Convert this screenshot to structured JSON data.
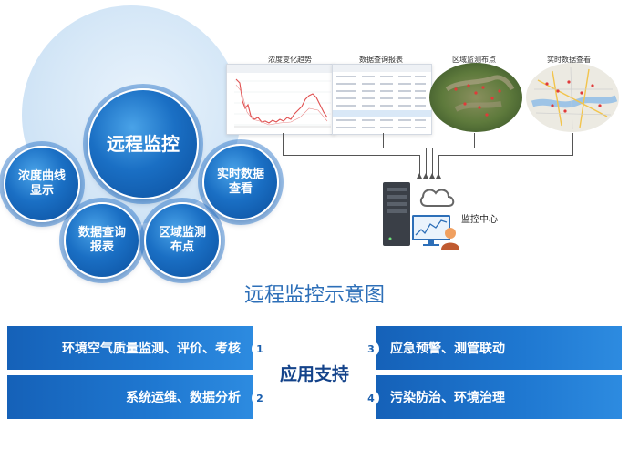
{
  "bubbles": {
    "main": "远程监控",
    "curve": "浓度曲线\n显示",
    "query": "数据查询\n报表",
    "region": "区域监测\n布点",
    "realtime": "实时数据\n查看"
  },
  "panels": {
    "trend_title": "浓度变化趋势",
    "report_title": "数据查询报表",
    "region_title": "区域监测布点",
    "realtime_title": "实时数据查看"
  },
  "monitor_center": "监控中心",
  "diagram_title": "远程监控示意图",
  "support": {
    "center": "应用支持",
    "left_top": "环境空气质量监测、评价、考核",
    "left_bottom": "系统运维、数据分析",
    "right_top": "应急预警、测管联动",
    "right_bottom": "污染防治、环境治理",
    "n1": "1",
    "n2": "2",
    "n3": "3",
    "n4": "4"
  },
  "colors": {
    "bubble_blue": "#1a6fc4",
    "bar_blue": "#1f78d1",
    "title_blue": "#2d6fb8",
    "trend_line": "#e05050"
  }
}
